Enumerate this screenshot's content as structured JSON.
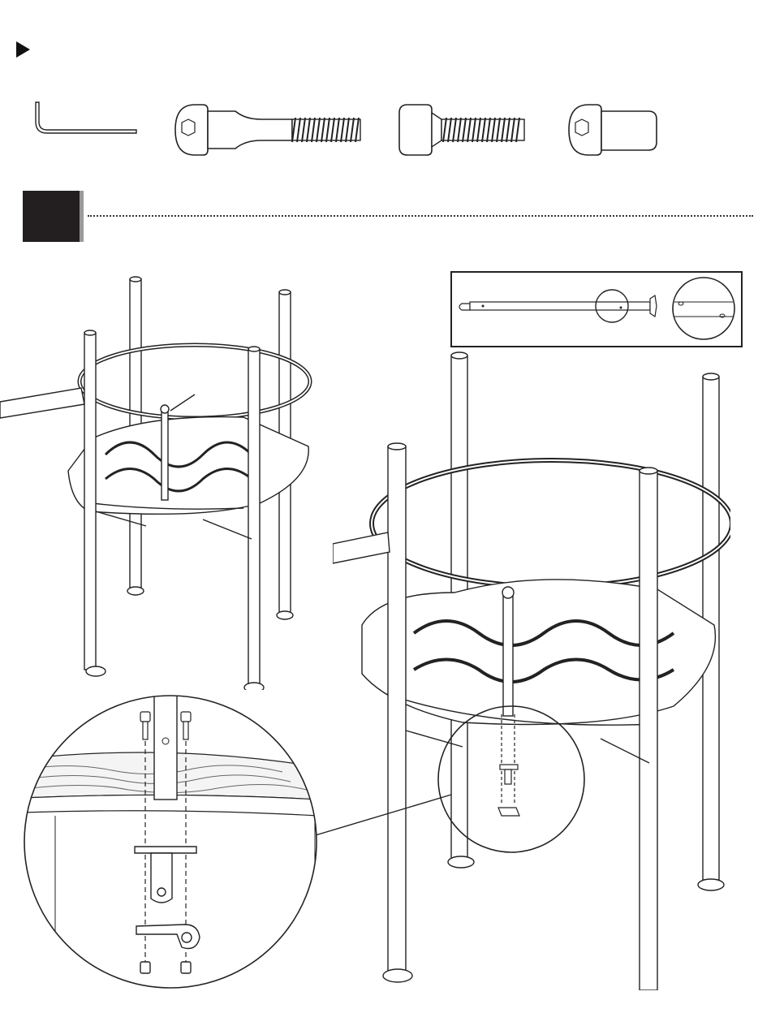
{
  "header": {
    "marker_icon": "play-triangle-icon"
  },
  "hardware": [
    {
      "id": "hex-key",
      "icon": "allen-wrench-icon"
    },
    {
      "id": "long-shoulder-bolt",
      "icon": "shoulder-bolt-icon"
    },
    {
      "id": "short-bolt",
      "icon": "button-bolt-icon"
    },
    {
      "id": "barrel-nut",
      "icon": "barrel-nut-icon"
    }
  ],
  "step": {
    "badge_color": "#231f20",
    "badge_shadow": "#9a9a9a"
  },
  "colors": {
    "line": "#222222",
    "light_line": "#888888",
    "background": "#ffffff"
  }
}
